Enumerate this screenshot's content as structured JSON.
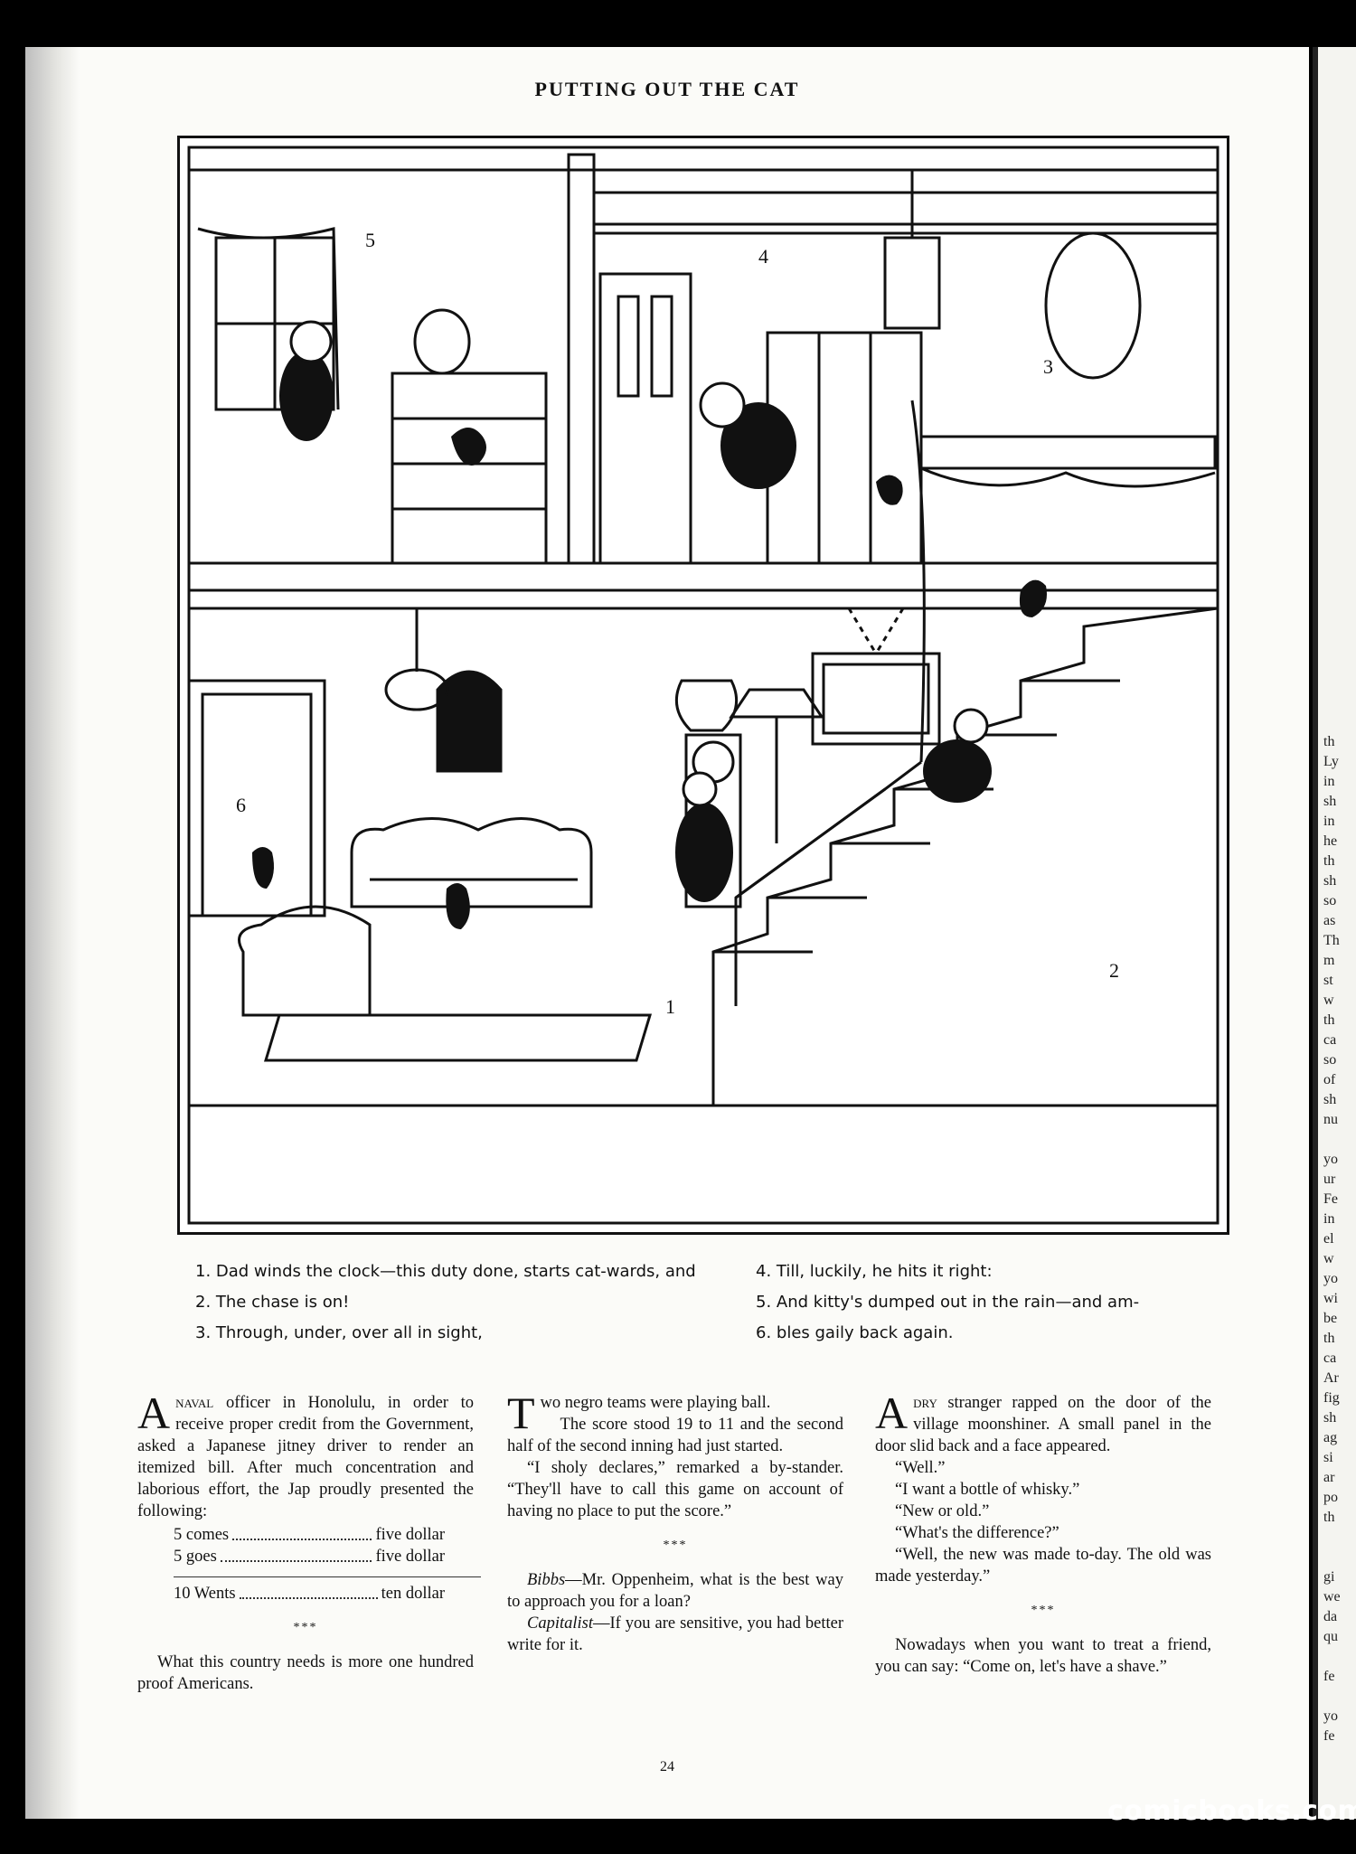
{
  "title": "PUTTING OUT THE CAT",
  "panel_numbers": [
    "1",
    "2",
    "3",
    "4",
    "5",
    "6"
  ],
  "captions": [
    "1. Dad winds the clock—this duty done, starts cat-wards, and",
    "2. The chase is on!",
    "3. Through, under, over all in sight,",
    "4. Till, luckily, he hits it right:",
    "5. And kitty's dumped out in the rain—and am-",
    "6. bles gaily back again."
  ],
  "joke1": {
    "dropcap": "A",
    "lead": "naval",
    "text": "officer in Honolulu, in order to receive proper credit from the Government, asked a Japanese jitney driver to render an itemized bill. After much concentration and laborious effort, the Jap proudly presented the following:",
    "bill": [
      {
        "item": "5 comes",
        "amount": "five dollar"
      },
      {
        "item": "5 goes",
        "amount": "five dollar"
      }
    ],
    "total": {
      "item": "10 Wents",
      "amount": "ten dollar"
    },
    "separator": "***",
    "closing": "What this country needs is more one hundred proof Americans."
  },
  "joke2": {
    "dropcap": "T",
    "p1": "wo negro teams were playing ball.",
    "p2": "The score stood 19 to 11 and the second half of the second inning had just started.",
    "p3": "“I sholy declares,” remarked a by-stander. “They'll have to call this game on account of having no place to put the score.”",
    "separator": "***",
    "s1_name": "Bibbs",
    "s1_text": "—Mr. Oppenheim, what is the best way to approach you for a loan?",
    "s2_name": "Capitalist",
    "s2_text": "—If you are sensitive, you had better write for it."
  },
  "joke3": {
    "dropcap": "A",
    "lead": "dry",
    "text": "stranger rapped on the door of the village moonshiner. A small panel in the door slid back and a face appeared.",
    "lines": [
      "“Well.”",
      "“I want a bottle of whisky.”",
      "“New or old.”",
      "“What's the difference?”",
      "“Well, the new was made to-day. The old was made yesterday.”"
    ],
    "separator": "***",
    "closing": "Nowadays when you want to treat a friend, you can say: “Come on, let's have a shave.”"
  },
  "page_number": "24",
  "next_page_fragments": [
    "th",
    "Ly",
    "in",
    "sh",
    "in",
    "he",
    "th",
    "sh",
    "so",
    "as",
    "Th",
    "m",
    "st",
    "w",
    "th",
    "ca",
    "so",
    "of",
    "sh",
    "nu",
    "",
    "yo",
    "ur",
    "Fe",
    "in",
    "el",
    "w",
    "yo",
    "wi",
    "be",
    "th",
    "ca",
    "Ar",
    "fig",
    "sh",
    "ag",
    "si",
    "ar",
    "po",
    "th",
    "",
    "",
    "gi",
    "we",
    "da",
    "qu",
    "",
    "fe",
    "",
    "yo",
    "fe"
  ],
  "watermark": "comicbooks.com"
}
